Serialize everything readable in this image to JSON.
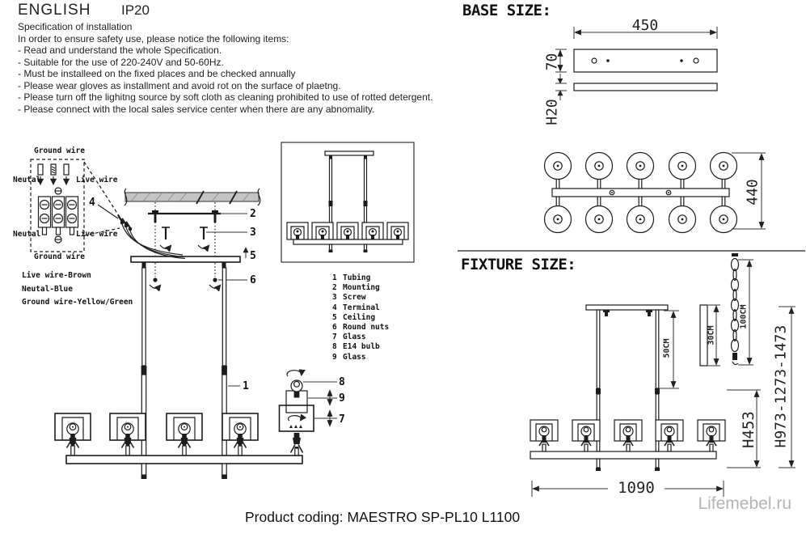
{
  "header": {
    "language": "ENGLISH",
    "ip_rating": "IP20"
  },
  "spec": {
    "title": "Specification of installation",
    "intro": "In order to ensure safety use, please notice the following items:",
    "items": [
      "- Read and understand the whole Specification.",
      "- Suitable for the use of 220-240V and 50-60Hz.",
      "- Must be installeed on the fixed places and be checked annually",
      "- Please wear gloves as installment and avoid rot on the surface of plaetng.",
      "- Please turn off the lighitng source by soft cloth as cleaning prohibited to use of rotted detergent.",
      "- Please connect with the local sales service center when there are any abnomality."
    ]
  },
  "wiring": {
    "ground_top": "Ground wire",
    "neutral_top": "Neutal",
    "live_top": "Live wire",
    "neutral_bottom": "Neutal",
    "live_bottom": "Live wire",
    "ground_bottom": "Ground wire",
    "legend": [
      "Live wire-Brown",
      "Neutal-Blue",
      "Ground wire-Yellow/Green"
    ]
  },
  "parts": [
    {
      "num": "1",
      "name": "Tubing"
    },
    {
      "num": "2",
      "name": "Mounting"
    },
    {
      "num": "3",
      "name": "Screw"
    },
    {
      "num": "4",
      "name": "Terminal"
    },
    {
      "num": "5",
      "name": "Ceiling"
    },
    {
      "num": "6",
      "name": "Round nuts"
    },
    {
      "num": "7",
      "name": "Glass"
    },
    {
      "num": "8",
      "name": "E14 bulb"
    },
    {
      "num": "9",
      "name": "Glass"
    }
  ],
  "sections": {
    "base_size": "BASE SIZE:",
    "fixture_size": "FIXTURE SIZE:"
  },
  "dims": {
    "base_width": "450",
    "base_depth": "70",
    "base_plate_height": "H20",
    "top_view_depth": "440",
    "rod_length": "50CM",
    "rod_option": "30CM",
    "chain_length": "100CM",
    "body_height": "H453",
    "overall_height": "H973-1273-1473",
    "fixture_length": "1090"
  },
  "footer": {
    "product_coding": "Product coding: MAESTRO SP-PL10 L1100",
    "watermark": "Lifemebel.ru"
  },
  "colors": {
    "line": "#1c1c1c",
    "hatch_fill": "#c4c4c4",
    "watermark": "#b4b4b4"
  }
}
